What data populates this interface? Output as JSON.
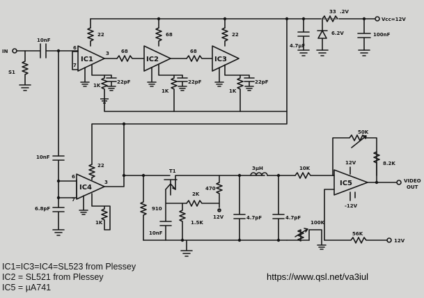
{
  "components": {
    "in": "IN",
    "c_in": "10nF",
    "s1": "S1",
    "ic1": "IC1",
    "ic2": "IC2",
    "ic3": "IC3",
    "ic4": "IC4",
    "ic5": "IC5",
    "r22_a": "22",
    "r68_a": "68",
    "r22_b": "22",
    "r68_series1": "68",
    "r68_series2": "68",
    "pin6_a": "6",
    "pin7_a": "7",
    "pin3_a": "3",
    "c22pf_1": "22pF",
    "c22pf_2": "22pF",
    "c22pf_3": "22pF",
    "r1k_1": "1K",
    "r1k_2": "1K",
    "r1k_3": "1K",
    "r33": "33",
    "v2": ".2V",
    "vcc": "Vcc=12V",
    "c47uf": "4.7µF",
    "z62": "6.2V",
    "c100nf": "100nF",
    "c10nf_left": "10nF",
    "c68pf": "6.8pF",
    "r22_ic4": "22",
    "pin6_b": "6",
    "pin7_b": "7",
    "pin3_b": "3",
    "r1k_ic4": "1K",
    "t1": "T1",
    "r910": "910",
    "c10nf_t1": "10nF",
    "r2k": "2K",
    "r470": "470",
    "r15k": "1.5K",
    "v12_470": "12V",
    "l3uh": "3µH",
    "c47pf_1": "4.7pF",
    "c47pf_2": "4.7pF",
    "r10k": "10K",
    "r50k": "50K",
    "r82k": "8.2K",
    "v12_top": "12V",
    "vm12": "-12V",
    "video_out": "VIDEO OUT",
    "r100k": "100K",
    "r56k": "56K",
    "v12_right": "12V"
  },
  "notes": {
    "line1": "IC1=IC3=IC4=SL523 from Plessey",
    "line2": "IC2 = SL521 from Plessey",
    "line3": "IC5 = µA741"
  },
  "url": "https://www.qsl.net/va3iul"
}
